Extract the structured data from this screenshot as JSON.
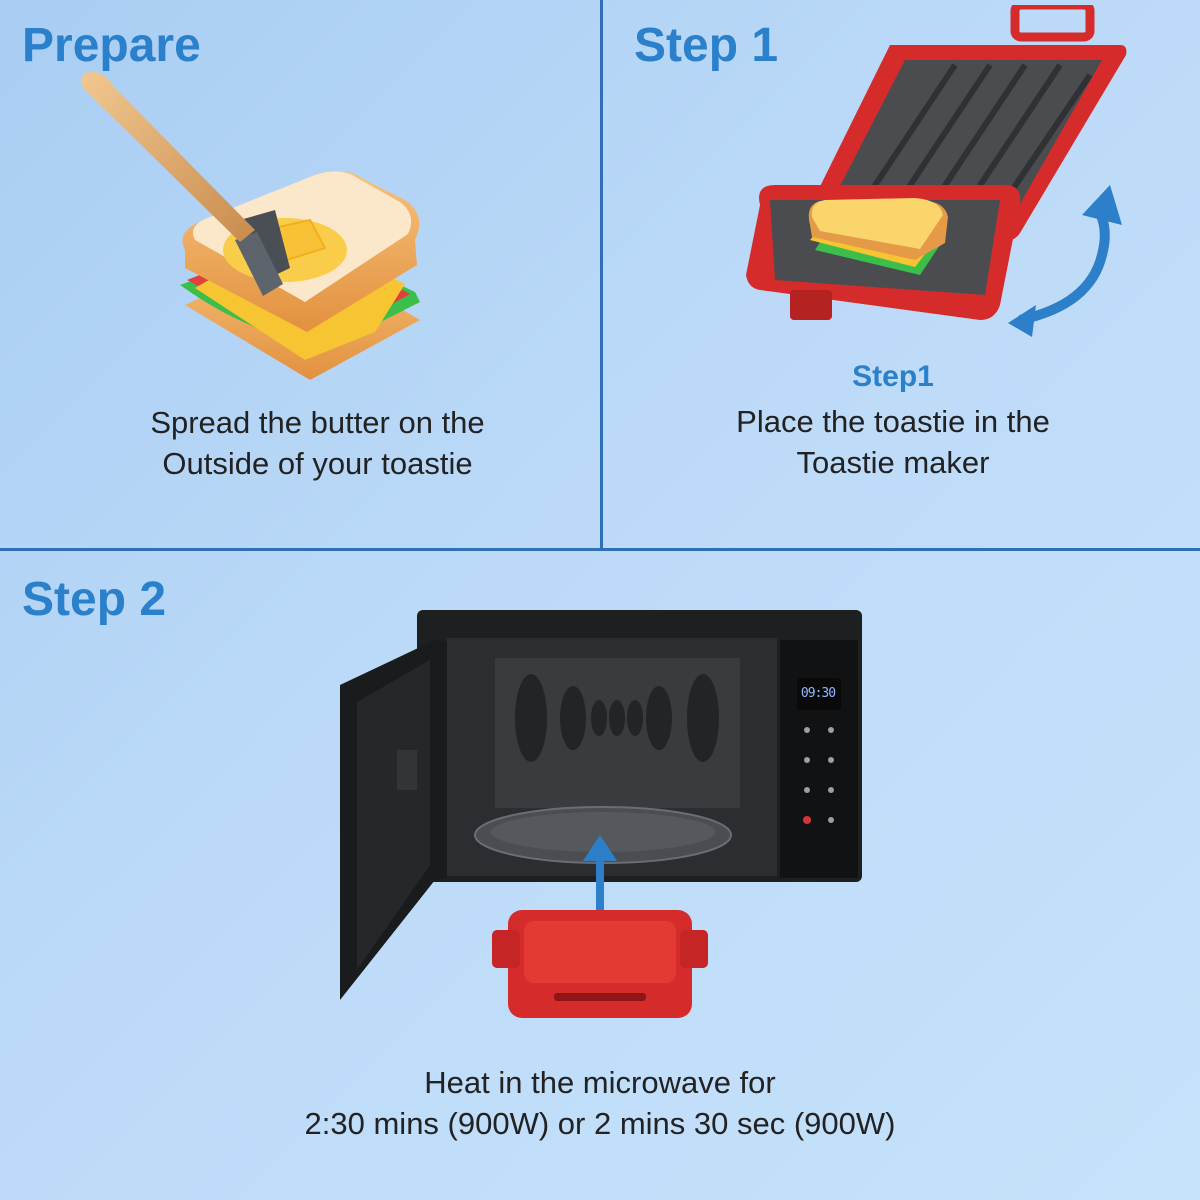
{
  "prepare": {
    "heading": "Prepare",
    "caption": [
      "Spread the butter on the",
      "Outside of your toastie"
    ]
  },
  "step1": {
    "heading": "Step 1",
    "subheading": "Step1",
    "caption": [
      "Place the toastie in the",
      "Toastie maker"
    ]
  },
  "step2": {
    "heading": "Step 2",
    "caption": [
      "Heat in the microwave for",
      "2:30 mins (900W) or 2 mins 30 sec (900W)"
    ]
  },
  "microwave": {
    "display": "09:30"
  },
  "colors": {
    "heading": "#2b80cb",
    "divider": "#2f6fb4",
    "toastie_maker": "#d62b2b",
    "arrow": "#2d7fca"
  }
}
